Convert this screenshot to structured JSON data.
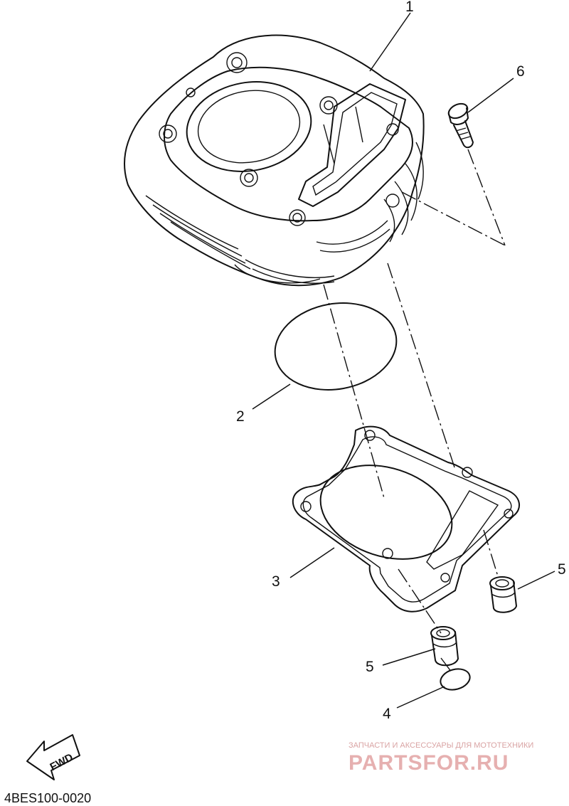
{
  "callouts": {
    "c1": "1",
    "c2": "2",
    "c3": "3",
    "c4": "4",
    "c5a": "5",
    "c5b": "5",
    "c6": "6"
  },
  "fwd_label": "FWD",
  "diagram_code": "4BES100-0020",
  "watermark": {
    "tagline": "ЗАПЧАСТИ И АКСЕССУАРЫ ДЛЯ МОТОТЕХНИКИ",
    "brand": "PARTSFOR.RU",
    "color": "#e6b0b0"
  },
  "colors": {
    "ink": "#111111",
    "background": "#ffffff"
  }
}
